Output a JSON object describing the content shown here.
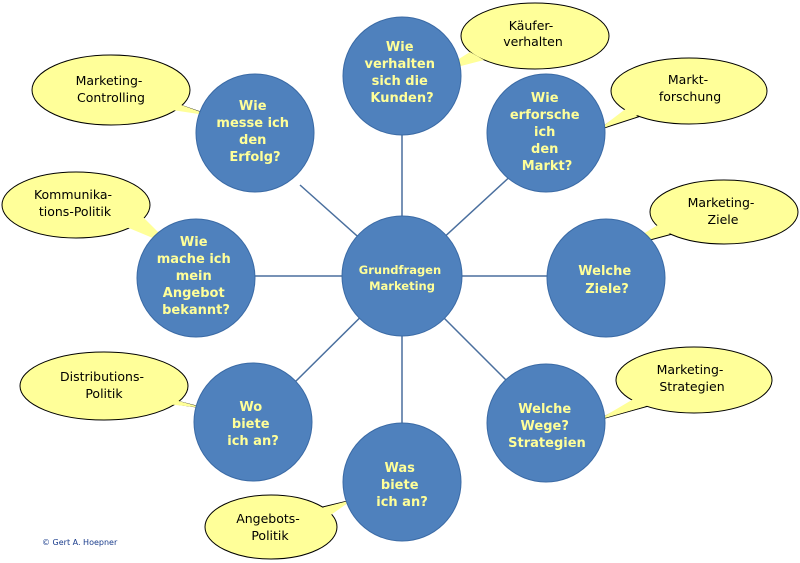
{
  "center": {
    "lines": [
      "Grundfragen",
      "Marketing"
    ]
  },
  "questions": [
    {
      "id": "kunden",
      "lines": [
        "Wie",
        "verhalten",
        "sich die",
        "Kunden?"
      ]
    },
    {
      "id": "markt",
      "lines": [
        "Wie",
        "erforsche",
        "ich",
        "den",
        "Markt?"
      ]
    },
    {
      "id": "ziele",
      "lines": [
        "Welche",
        "Ziele?"
      ]
    },
    {
      "id": "strategien",
      "lines": [
        "Welche",
        "Wege?",
        "Strategien"
      ]
    },
    {
      "id": "angebot",
      "lines": [
        "Was",
        "biete",
        "ich an?"
      ]
    },
    {
      "id": "distribution",
      "lines": [
        "Wo",
        "biete",
        "ich an?"
      ]
    },
    {
      "id": "bekannt",
      "lines": [
        "Wie",
        "mache ich",
        "mein",
        "Angebot",
        "bekannt?"
      ]
    },
    {
      "id": "erfolg",
      "lines": [
        "Wie",
        "messe ich",
        "den",
        "Erfolg?"
      ]
    }
  ],
  "callouts": [
    {
      "id": "kunden",
      "lines": [
        "Käufer-",
        "verhalten"
      ]
    },
    {
      "id": "markt",
      "lines": [
        "Markt-",
        "forschung"
      ]
    },
    {
      "id": "ziele",
      "lines": [
        "Marketing-",
        "Ziele"
      ]
    },
    {
      "id": "strategien",
      "lines": [
        "Marketing-",
        "Strategien"
      ]
    },
    {
      "id": "angebot",
      "lines": [
        "Angebots-",
        "Politik"
      ]
    },
    {
      "id": "distribution",
      "lines": [
        "Distributions-",
        "Politik"
      ]
    },
    {
      "id": "bekannt",
      "lines": [
        "Kommunika-",
        "tions-Politik"
      ]
    },
    {
      "id": "erfolg",
      "lines": [
        "Marketing-",
        "Controlling"
      ]
    }
  ],
  "copyright": "© Gert A. Hoepner",
  "colors": {
    "circle": "#4f81bd",
    "circle_stroke": "#3a6aa5",
    "question_text": "#ffff99",
    "callout_fill": "#ffff99",
    "callout_stroke": "#000000",
    "spoke": "#4a6f9e"
  }
}
